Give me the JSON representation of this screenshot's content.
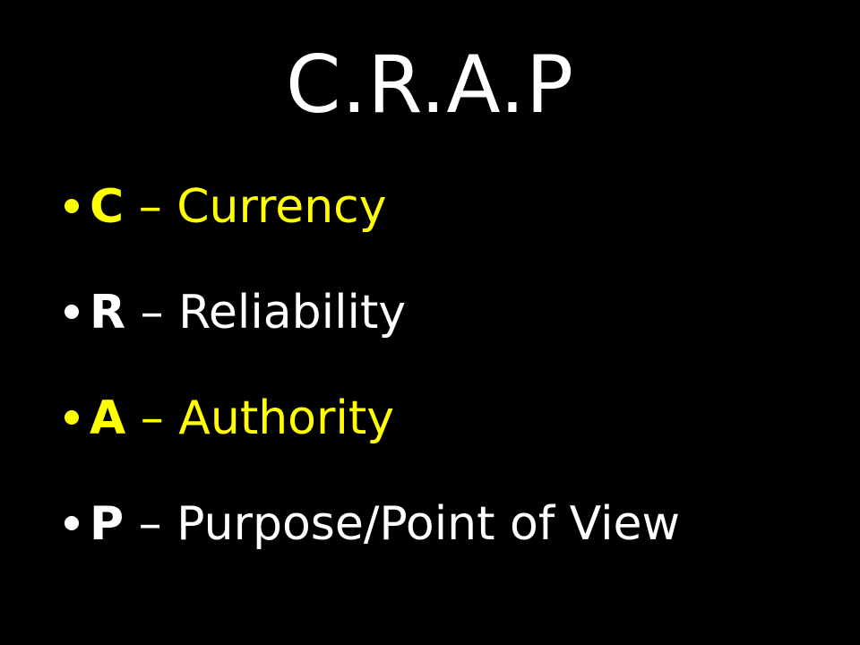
{
  "slide": {
    "title": "C.R.A.P",
    "bullets": [
      {
        "letter": "C",
        "text": " – Currency",
        "color": "#ffff00"
      },
      {
        "letter": "R",
        "text": " – Reliability",
        "color": "#ffffff"
      },
      {
        "letter": "A",
        "text": " – Authority",
        "color": "#ffff00"
      },
      {
        "letter": "P",
        "text": " – Purpose/Point of View",
        "color": "#ffffff"
      }
    ]
  },
  "colors": {
    "background": "#000000",
    "title": "#ffffff",
    "highlight": "#ffff00",
    "normal": "#ffffff"
  }
}
